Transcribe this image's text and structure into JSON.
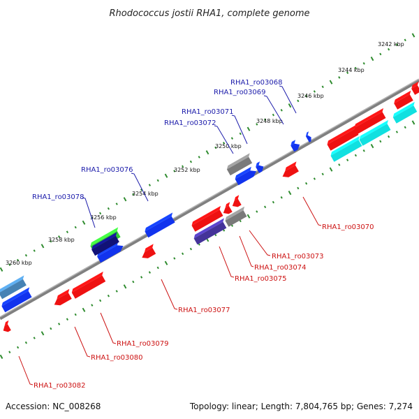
{
  "title": "Rhodococcus jostii RHA1, complete genome",
  "footer": {
    "accession": "Accession: NC_008268",
    "summary": "Topology: linear; Length: 7,804,765 bp; Genes: 7,274"
  },
  "colors": {
    "backbone": "#808080",
    "tick_dots": "#2e8b2e",
    "forward_label": "#1a1aaa",
    "reverse_label": "#cc1111",
    "gene_red": "#ee1111",
    "gene_blue": "#1133ee",
    "gene_gray": "#7a7a7a",
    "gene_cyan": "#11e0e0",
    "gene_green": "#33cc33",
    "gene_purple": "#443399",
    "gene_navy": "#111177",
    "gene_steel": "#4682b4"
  },
  "tick_labels": [
    "3242 kbp",
    "3244 kbp",
    "3246 kbp",
    "3248 kbp",
    "3250 kbp",
    "3252 kbp",
    "3254 kbp",
    "3256 kbp",
    "3258 kbp",
    "3260 kbp"
  ],
  "forward_genes": [
    "RHA1_ro03068",
    "RHA1_ro03069",
    "RHA1_ro03071",
    "RHA1_ro03072",
    "RHA1_ro03076",
    "RHA1_ro03078"
  ],
  "reverse_genes": [
    "RHA1_ro03070",
    "RHA1_ro03073",
    "RHA1_ro03074",
    "RHA1_ro03075",
    "RHA1_ro03077",
    "RHA1_ro03079",
    "RHA1_ro03080",
    "RHA1_ro03082"
  ]
}
